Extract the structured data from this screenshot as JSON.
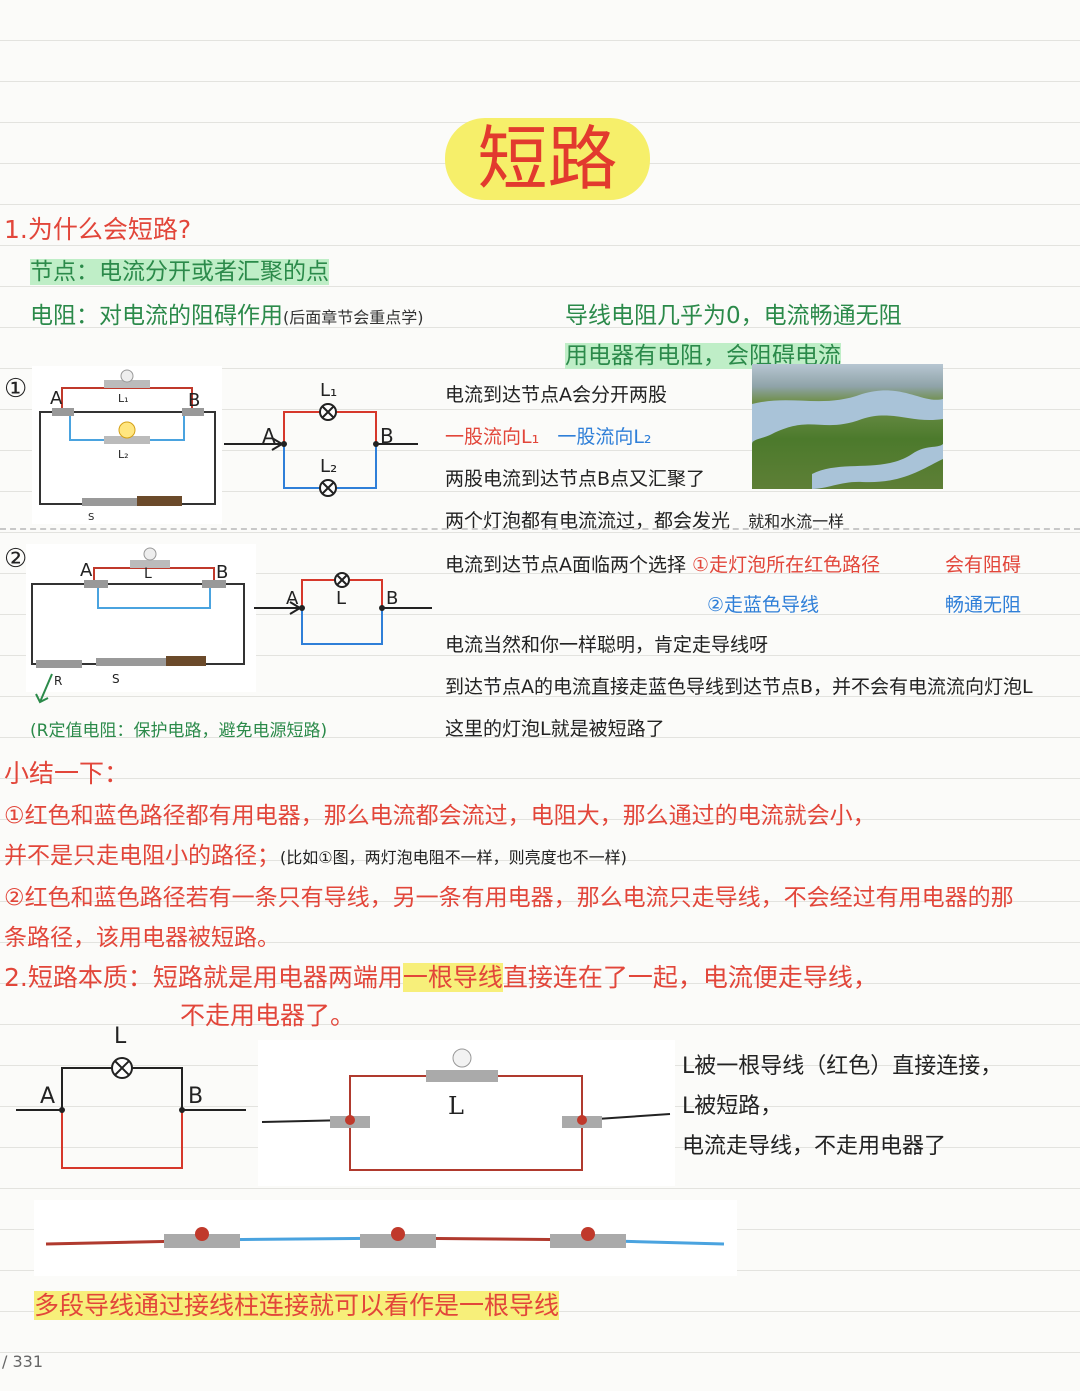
{
  "title": "短路",
  "section1": {
    "heading": "1.为什么会短路?",
    "node_def": "节点：电流分开或者汇聚的点",
    "resist_def": "电阻：对电流的阻碍作用",
    "resist_note": "(后面章节会重点学)",
    "wire_note": "导线电阻几乎为0，电流畅通无阻",
    "appliance_note": "用电器有电阻，会阻碍电流"
  },
  "case1": {
    "marker": "①",
    "labels": {
      "A": "A",
      "B": "B",
      "L1": "L₁",
      "L2": "L₂",
      "S": "S",
      "L1h": "L₁",
      "L2h": "L₂"
    },
    "lines": [
      "电流到达节点A会分开两股",
      "一股流向L₁",
      "一股流向L₂",
      "两股电流到达节点B点又汇聚了",
      "两个灯泡都有电流流过，都会发光",
      "就和水流一样"
    ]
  },
  "case2": {
    "marker": "②",
    "labels": {
      "A": "A",
      "B": "B",
      "L": "L",
      "R": "R",
      "S": "S"
    },
    "note": "(R定值电阻：保护电路，避免电源短路)",
    "line1": "电流到达节点A面临两个选择",
    "opt1": "①走灯泡所在红色路径",
    "opt1_tag": "会有阻碍",
    "opt2": "②走蓝色导线",
    "opt2_tag": "畅通无阻",
    "line2": "电流当然和你一样聪明，肯定走导线呀",
    "line3": "到达节点A的电流直接走蓝色导线到达节点B，并不会有电流流向灯泡L",
    "line4": "这里的灯泡L就是被短路了"
  },
  "summary": {
    "heading": "小结一下：",
    "p1a": "①红色和蓝色路径都有用电器，那么电流都会流过，电阻大，那么通过的电流就会小，",
    "p1b": "并不是只走电阻小的路径；",
    "p1c": "(比如①图，两灯泡电阻不一样，则亮度也不一样)",
    "p2a": "②红色和蓝色路径若有一条只有导线，另一条有用电器，那么电流只走导线，不会经过有用电器的那",
    "p2b": "条路径，该用电器被短路。"
  },
  "section2": {
    "heading_a": "2.短路本质：短路就是用电器两端用",
    "heading_hl": "一根导线",
    "heading_b": "直接连在了一起，电流便走导线，",
    "heading_c": "不走用电器了。",
    "labels": {
      "L": "L",
      "A": "A",
      "B": "B",
      "Lp": "L"
    },
    "desc": [
      "L被一根导线（红色）直接连接，",
      "L被短路，",
      "电流走导线，不走用电器了"
    ],
    "footer": "多段导线通过接线柱连接就可以看作是一根导线"
  },
  "pager": "/ 331",
  "colors": {
    "red": "#e2463a",
    "green": "#2b8a4a",
    "blue": "#2f7fd8",
    "yellow": "#f7ef7a"
  }
}
